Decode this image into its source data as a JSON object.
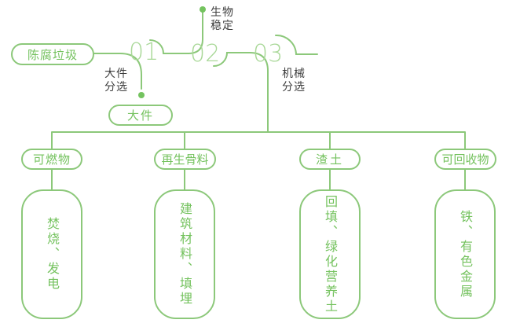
{
  "diagram": {
    "source": {
      "label": "陈腐垃圾"
    },
    "steps": [
      {
        "number": "01",
        "label": "大件\n分选",
        "output": "大件"
      },
      {
        "number": "02",
        "label": "生物\n稳定"
      },
      {
        "number": "03",
        "label": "机械\n分选"
      }
    ],
    "branches": [
      {
        "category": "可燃物",
        "result": "焚烧、发电"
      },
      {
        "category": "再生骨料",
        "result": "建筑材料、填埋"
      },
      {
        "category": "渣土",
        "result": "回填、绿化营养土"
      },
      {
        "category": "可回收物",
        "result": "铁、有色金属"
      }
    ],
    "colors": {
      "line_green": "#8cc87a",
      "text_green": "#74c25e",
      "number_green": "#a9d898",
      "dot_green": "#74c35f",
      "label_dark": "#3e3e3e",
      "background": "#ffffff"
    }
  }
}
